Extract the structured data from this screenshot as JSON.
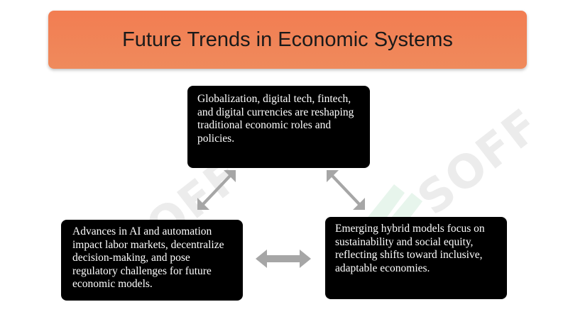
{
  "title": "Future Trends in Economic Systems",
  "nodes": {
    "top": "Globalization, digital tech, fintech, and digital currencies are reshaping traditional economic roles and policies.",
    "left": "Advances in AI and automation impact labor markets, decentralize decision-making, and pose regulatory challenges for future economic models.",
    "right": "Emerging hybrid models focus on sustainability and social equity, reflecting shifts toward inclusive, adaptable economies."
  },
  "watermark": "SOFF",
  "colors": {
    "banner": "#f27d52",
    "box": "#000000",
    "arrow": "#a6a6a6"
  }
}
